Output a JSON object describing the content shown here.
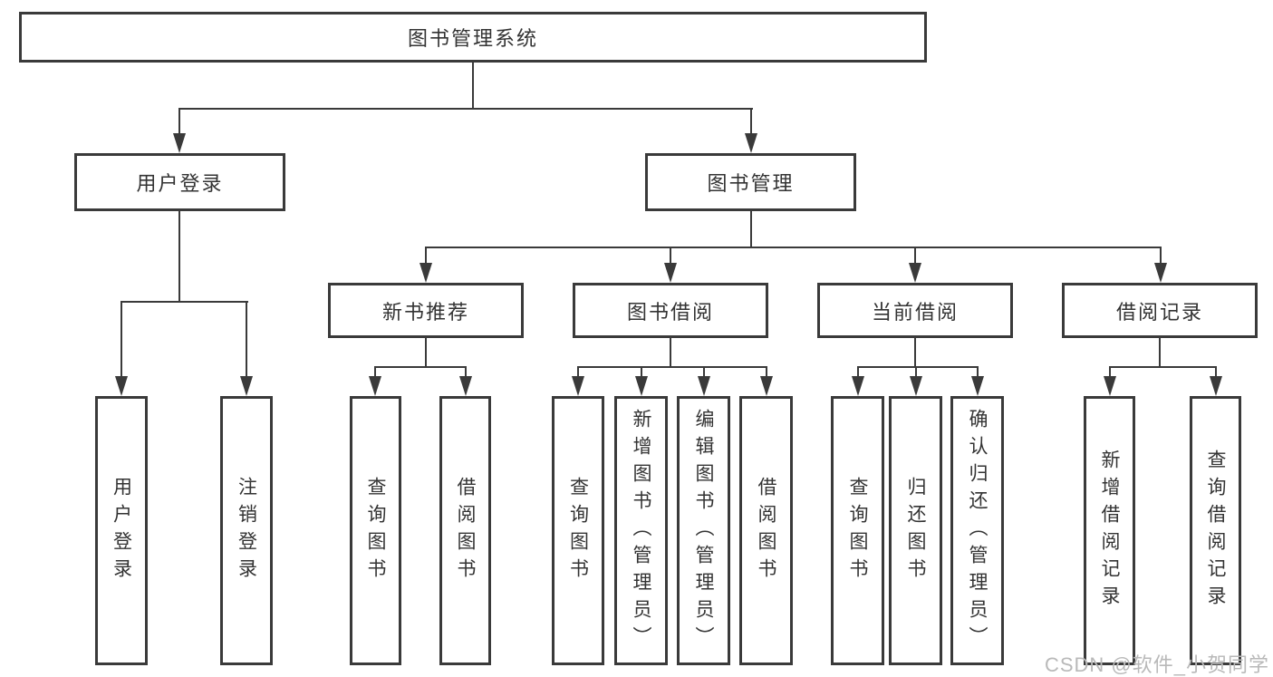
{
  "diagram": {
    "root": {
      "label": "图书管理系统"
    },
    "modules": [
      {
        "label": "用户登录",
        "children": [
          {
            "label": "用户登录"
          },
          {
            "label": "注销登录"
          }
        ]
      },
      {
        "label": "图书管理",
        "sections": [
          {
            "label": "新书推荐",
            "children": [
              {
                "label": "查询图书"
              },
              {
                "label": "借阅图书"
              }
            ]
          },
          {
            "label": "图书借阅",
            "children": [
              {
                "label": "查询图书"
              },
              {
                "label": "新增图书（管理员）"
              },
              {
                "label": "编辑图书（管理员）"
              },
              {
                "label": "借阅图书"
              }
            ]
          },
          {
            "label": "当前借阅",
            "children": [
              {
                "label": "查询图书"
              },
              {
                "label": "归还图书"
              },
              {
                "label": "确认归还（管理员）"
              }
            ]
          },
          {
            "label": "借阅记录",
            "children": [
              {
                "label": "新增借阅记录"
              },
              {
                "label": "查询借阅记录"
              }
            ]
          }
        ]
      }
    ]
  },
  "watermark": {
    "text": "CSDN @软件_小贺同学"
  },
  "colors": {
    "line": "#3a3a3a",
    "text": "#333333",
    "background": "#ffffff",
    "watermark": "#b9b9b9"
  }
}
